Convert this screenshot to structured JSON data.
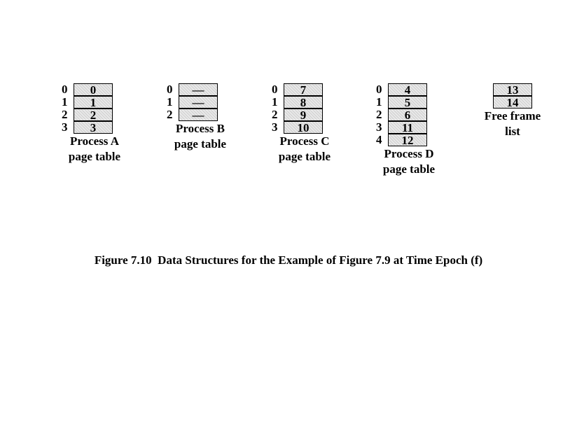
{
  "tables": [
    {
      "id": "a",
      "rows": [
        [
          "0",
          "0"
        ],
        [
          "1",
          "1"
        ],
        [
          "2",
          "2"
        ],
        [
          "3",
          "3"
        ]
      ],
      "caption": [
        "Process A",
        "page table"
      ]
    },
    {
      "id": "b",
      "rows": [
        [
          "0",
          "—"
        ],
        [
          "1",
          "—"
        ],
        [
          "2",
          "—"
        ]
      ],
      "caption": [
        "Process B",
        "page table"
      ]
    },
    {
      "id": "c",
      "rows": [
        [
          "0",
          "7"
        ],
        [
          "1",
          "8"
        ],
        [
          "2",
          "9"
        ],
        [
          "3",
          "10"
        ]
      ],
      "caption": [
        "Process C",
        "page table"
      ]
    },
    {
      "id": "d",
      "rows": [
        [
          "0",
          "4"
        ],
        [
          "1",
          "5"
        ],
        [
          "2",
          "6"
        ],
        [
          "3",
          "11"
        ],
        [
          "4",
          "12"
        ]
      ],
      "caption": [
        "Process D",
        "page table"
      ]
    }
  ],
  "free_list": {
    "frames": [
      "13",
      "14"
    ],
    "caption": [
      "Free frame",
      "list"
    ]
  },
  "figure_caption": "Figure 7.10  Data Structures for the Example of Figure 7.9 at Time Epoch (f)"
}
